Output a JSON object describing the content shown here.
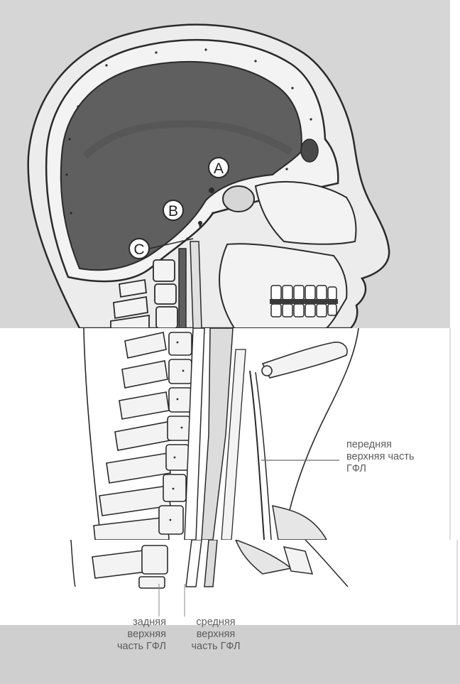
{
  "markers": [
    "A",
    "B",
    "C"
  ],
  "labels": {
    "anterior": [
      "передняя",
      "верхняя часть",
      "ГФЛ"
    ],
    "posterior": [
      "задняя",
      "верхняя",
      "часть ГФЛ"
    ],
    "middle": [
      "средняя",
      "верхняя",
      "часть ГФЛ"
    ]
  },
  "colors": {
    "bone": "#f2f2f2",
    "skin": "#ebebeb",
    "brain": "#5f5f5f",
    "outline": "#2a2a2a",
    "background_top": "#d4d4d4"
  }
}
